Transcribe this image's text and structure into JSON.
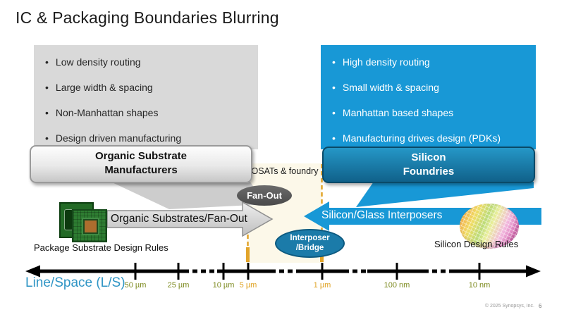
{
  "title": "IC & Packaging Boundaries Blurring",
  "left_panel": {
    "bullets": [
      "Low density routing",
      "Large width & spacing",
      "Non-Manhattan shapes",
      "Design driven manufacturing"
    ],
    "label_line1": "Organic Substrate",
    "label_line2": "Manufacturers",
    "arrow_label": "Organic Substrates/Fan-Out",
    "caption": "Package Substrate Design Rules",
    "image": "package-substrate-chips-illustration"
  },
  "right_panel": {
    "bullets": [
      "High density routing",
      "Small width & spacing",
      "Manhattan based shapes",
      "Manufacturing drives design (PDKs)"
    ],
    "label_line1": "Silicon",
    "label_line2": "Foundries",
    "arrow_label": "Silicon/Glass Interposers",
    "caption": "Silicon Design Rules",
    "image": "silicon-wafer-illustration"
  },
  "middle_zone": {
    "label": "OSATs & foundry",
    "fanout_label": "Fan-Out",
    "interposer_label_line1": "Interposer",
    "interposer_label_line2": "/Bridge"
  },
  "axis": {
    "label": "Line/Space (L/S)",
    "ticks": [
      {
        "label": "50 µm",
        "highlight": false
      },
      {
        "label": "25 µm",
        "highlight": false
      },
      {
        "label": "10 µm",
        "highlight": false
      },
      {
        "label": "5 µm",
        "highlight": true
      },
      {
        "label": "1 µm",
        "highlight": true
      },
      {
        "label": "100 nm",
        "highlight": false
      },
      {
        "label": "10 nm",
        "highlight": false
      }
    ]
  },
  "footer": {
    "copyright": "© 2025 Synopsys, Inc.",
    "page": "6"
  },
  "colors": {
    "accent_blue": "#1898d6",
    "dark_blue": "#10618a",
    "panel_gray": "#d9d9d9",
    "wedge_gray": "#cdcdcd",
    "fanout_gray": "#575757",
    "interposer_blue": "#1b7ba9",
    "olive_tick": "#7e8b21",
    "gold_highlight": "#e2a42a",
    "cream_zone": "#fcf8e9",
    "axis_label_blue": "#2f95c5"
  }
}
